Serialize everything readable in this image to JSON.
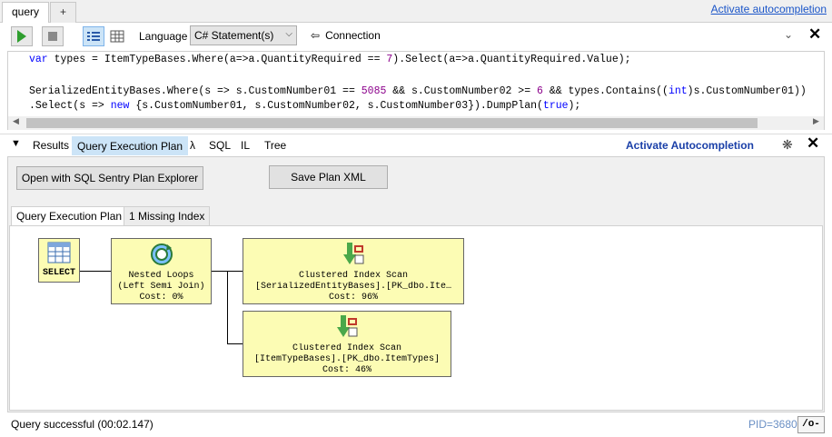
{
  "tabs": {
    "query": "query",
    "new": "+"
  },
  "top_link": "Activate autocompletion",
  "toolbar": {
    "language_label": "Language",
    "language_value": "C# Statement(s)",
    "connection_label": "Connection"
  },
  "editor": {
    "line1": "var types = ItemTypeBases.Where(a=>a.QuantityRequired == 7).Select(a=>a.QuantityRequired.Value);",
    "line3": "SerializedEntityBases.Where(s => s.CustomNumber01 == 5085 && s.CustomNumber02 >= 6 && types.Contains((int)s.CustomNumber01))",
    "line4": ".Select(s => new {s.CustomNumber01, s.CustomNumber02, s.CustomNumber03}).DumpPlan(true);"
  },
  "result_tabs": [
    "Results",
    "Query Execution Plan",
    "λ",
    "SQL",
    "IL",
    "Tree"
  ],
  "activate_autocompletion": "Activate Autocompletion",
  "buttons": {
    "open_sentry": "Open with SQL Sentry Plan Explorer",
    "save_xml": "Save Plan XML"
  },
  "sub_tabs": [
    "Query Execution Plan",
    "1 Missing Index"
  ],
  "plan": {
    "select_label": "SELECT",
    "nested": {
      "line1": "Nested Loops",
      "line2": "(Left Semi Join)",
      "line3": "Cost: 0%"
    },
    "scan1": {
      "line1": "Clustered Index Scan",
      "line2": "[SerializedEntityBases].[PK_dbo.Ite…",
      "line3": "Cost: 96%"
    },
    "scan2": {
      "line1": "Clustered Index Scan",
      "line2": "[ItemTypeBases].[PK_dbo.ItemTypes]",
      "line3": "Cost: 46%"
    }
  },
  "status": {
    "text": "Query successful  (00:02.147)",
    "pid": "PID=3680",
    "ro": "/o-"
  },
  "colors": {
    "link": "#1a55c8",
    "node_fill": "#fcfcb4",
    "run_green": "#2e9e2e",
    "active_tab": "#cce4f7"
  }
}
